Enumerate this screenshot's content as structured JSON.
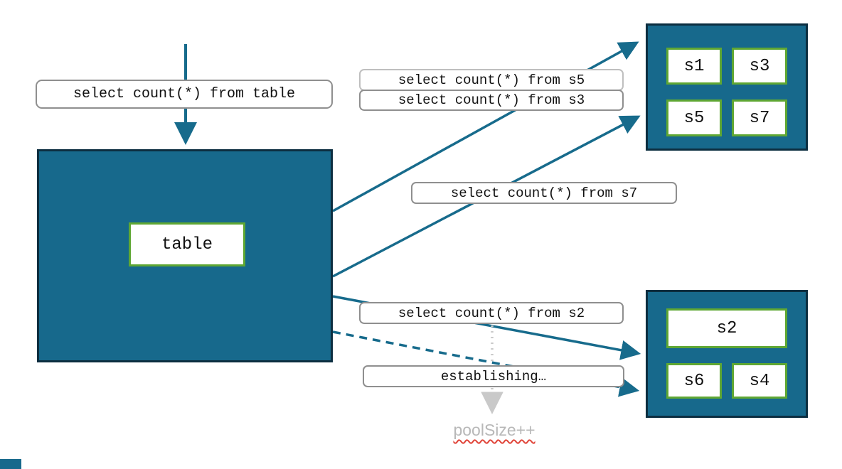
{
  "diagram": {
    "table_node": {
      "label": "table"
    },
    "top_group": [
      "s1",
      "s3",
      "s5",
      "s7"
    ],
    "bottom_group": [
      "s2",
      "s6",
      "s4"
    ],
    "queries": {
      "table": "select count(*) from table",
      "s5": "select count(*) from s5",
      "s3": "select count(*) from s3",
      "s7": "select count(*) from s7",
      "s2": "select count(*) from s2"
    },
    "status": {
      "establishing": "establishing…",
      "pool_size": "poolSize++"
    },
    "colors": {
      "teal_fill": "#17698C",
      "dark_border": "#0C2E40",
      "green_border": "#5FA733",
      "label_border": "#8F8F8F",
      "arrow": "#176B8C",
      "dotted_arrow": "#C9C9C9",
      "pool_text": "#B8B8B8",
      "squiggle": "#E0453A"
    }
  }
}
